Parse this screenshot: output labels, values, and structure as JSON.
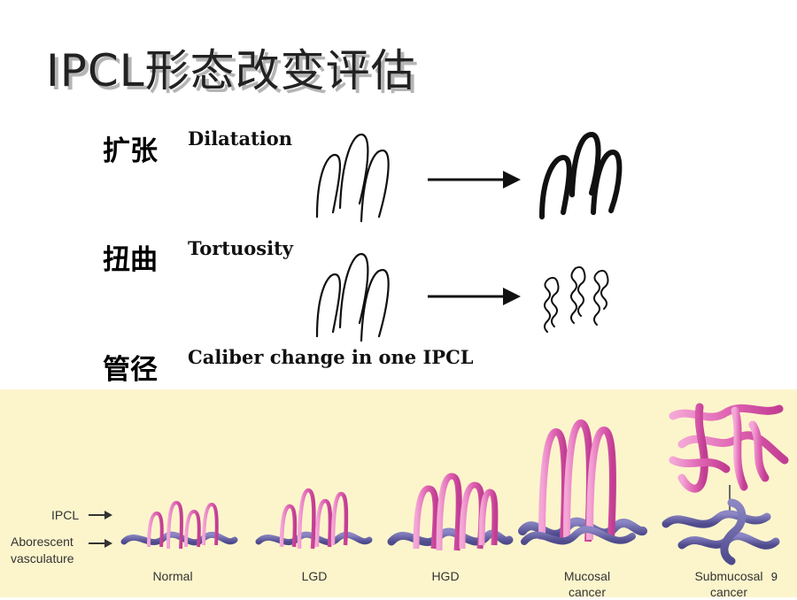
{
  "title": {
    "latin": "IPCL",
    "chinese": "形态改变评估"
  },
  "rows": [
    {
      "cn": "扩张",
      "en": "Dilatation"
    },
    {
      "cn": "扭曲",
      "en": "Tortuosity"
    },
    {
      "cn": "管径",
      "en": "Caliber change in one IPCL"
    }
  ],
  "panel": {
    "ipcl_label": "IPCL",
    "aborescent_label": "Aborescent vasculature",
    "stages": [
      "Normal",
      "LGD",
      "HGD",
      "Mucosal cancer",
      "Submucosal cancer"
    ]
  },
  "page_number": "9",
  "colors": {
    "panel_bg": "#fcf5cc",
    "ipcl_pink": "#e066b4",
    "vessel_blue": "#6f6aad"
  }
}
